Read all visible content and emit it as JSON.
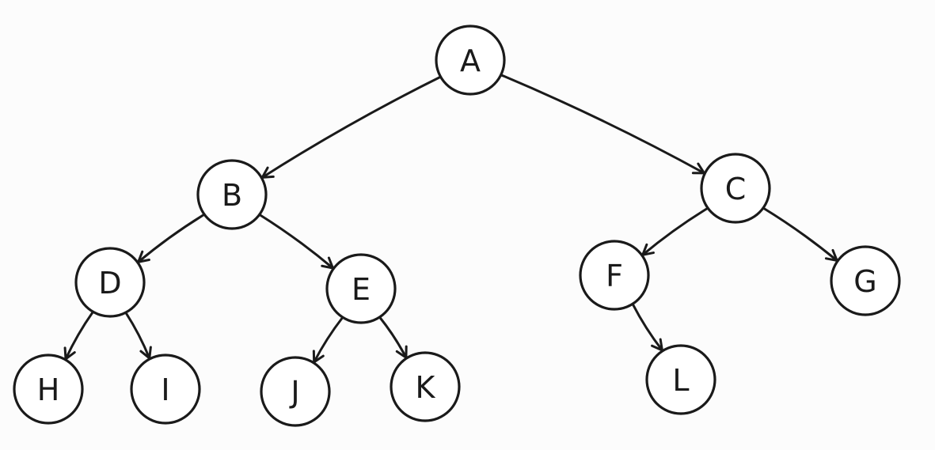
{
  "tree": {
    "root": "A",
    "nodes": [
      {
        "id": "A",
        "label": "A"
      },
      {
        "id": "B",
        "label": "B"
      },
      {
        "id": "C",
        "label": "C"
      },
      {
        "id": "D",
        "label": "D"
      },
      {
        "id": "E",
        "label": "E"
      },
      {
        "id": "F",
        "label": "F"
      },
      {
        "id": "G",
        "label": "G"
      },
      {
        "id": "H",
        "label": "H"
      },
      {
        "id": "I",
        "label": "I"
      },
      {
        "id": "J",
        "label": "J"
      },
      {
        "id": "K",
        "label": "K"
      },
      {
        "id": "L",
        "label": "L"
      }
    ],
    "edges": [
      {
        "from": "A",
        "to": "B"
      },
      {
        "from": "A",
        "to": "C"
      },
      {
        "from": "B",
        "to": "D"
      },
      {
        "from": "B",
        "to": "E"
      },
      {
        "from": "C",
        "to": "F"
      },
      {
        "from": "C",
        "to": "G"
      },
      {
        "from": "D",
        "to": "H"
      },
      {
        "from": "D",
        "to": "I"
      },
      {
        "from": "E",
        "to": "J"
      },
      {
        "from": "E",
        "to": "K"
      },
      {
        "from": "F",
        "to": "L"
      }
    ]
  }
}
